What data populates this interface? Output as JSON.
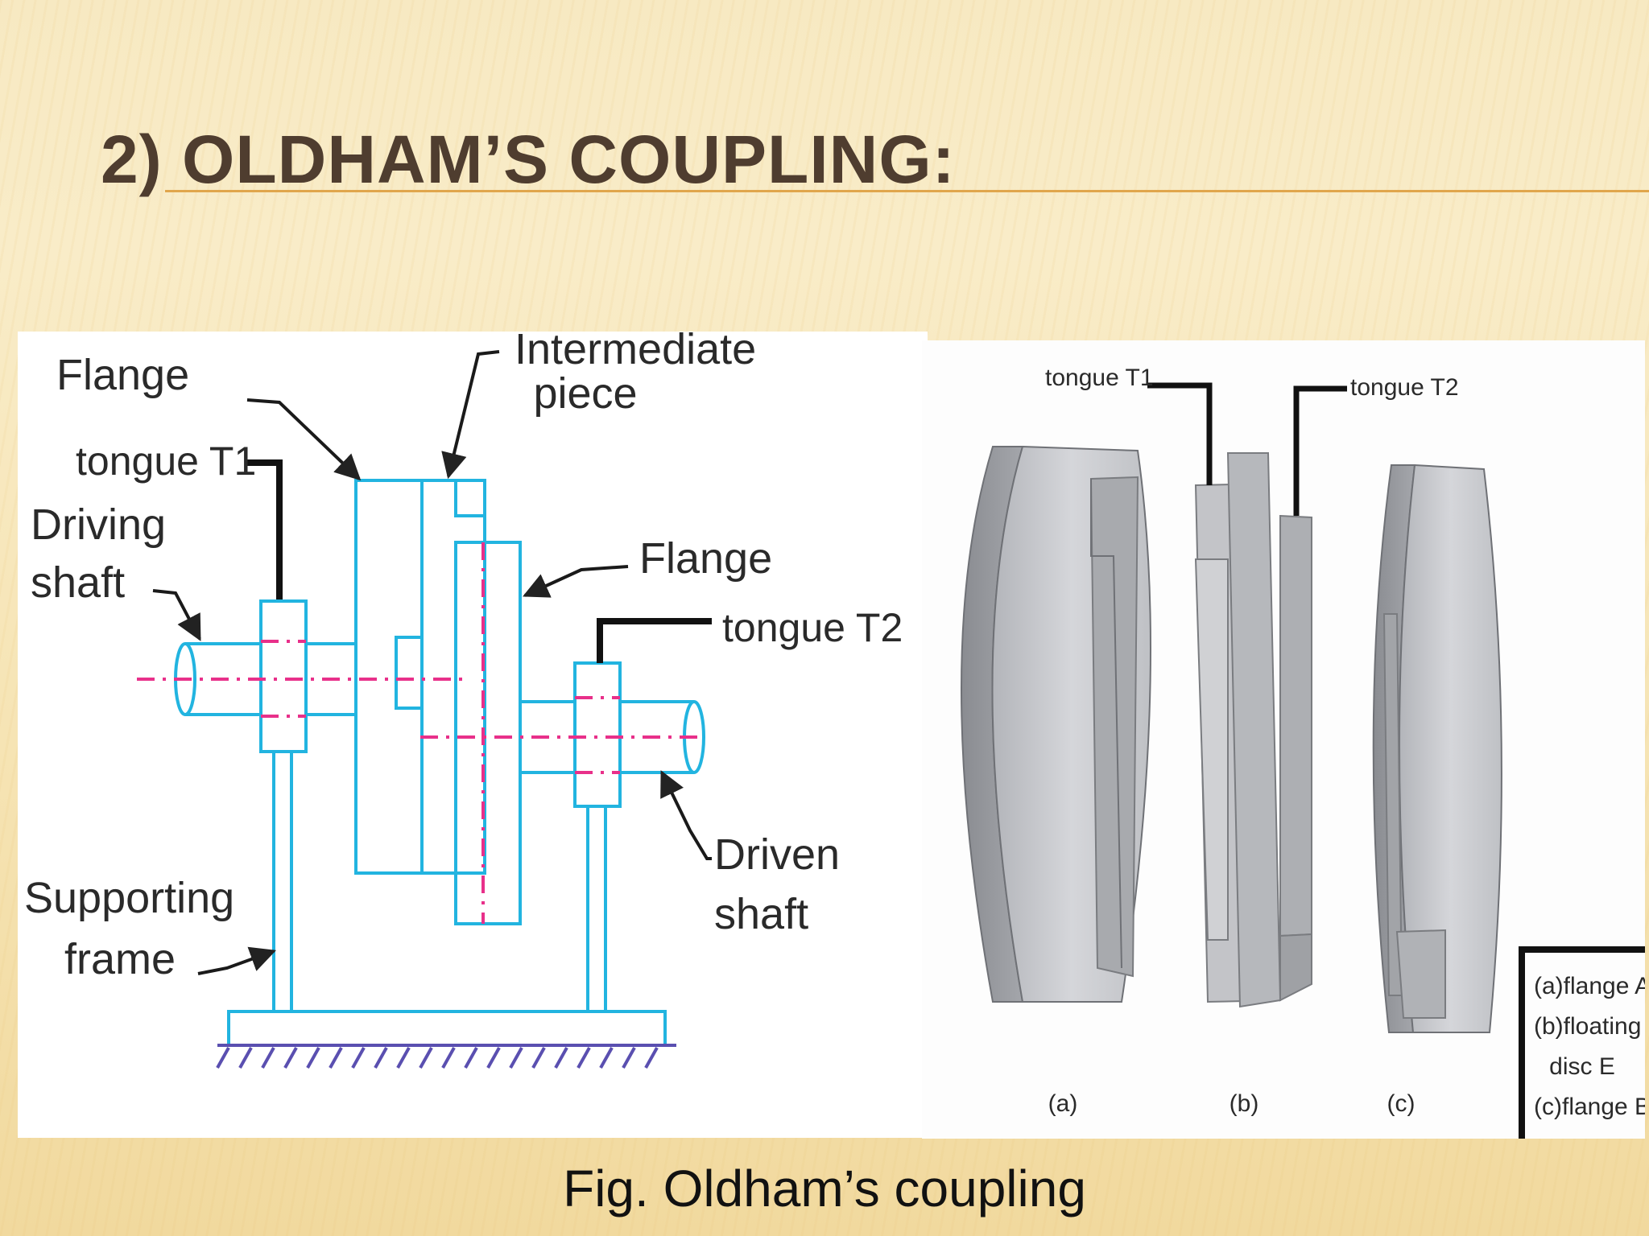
{
  "slide": {
    "title": "2)  OLDHAM’S COUPLING:",
    "caption": "Fig. Oldham’s coupling"
  },
  "left_diagram": {
    "labels": {
      "flange_top": "Flange",
      "intermediate_line1": "Intermediate",
      "intermediate_line2": "piece",
      "tongue_t1": "tongue T1",
      "driving_line1": "Driving",
      "driving_line2": "shaft",
      "flange_right": "Flange",
      "tongue_t2": "tongue T2",
      "driven_line1": "Driven",
      "driven_line2": "shaft",
      "supporting_line1": "Supporting",
      "supporting_line2": "frame"
    }
  },
  "right_diagram": {
    "labels": {
      "tongue_t1": "tongue T1",
      "tongue_t2": "tongue T2",
      "part_a": "(a)",
      "part_b": "(b)",
      "part_c": "(c)"
    },
    "legend": {
      "line1": "(a)flange A",
      "line2": "(b)floating",
      "line3": "disc E",
      "line4": "(c)flange B"
    }
  },
  "colors": {
    "title": "#4f3d2f",
    "rule": "#e0a64c",
    "line_blue": "#22b4e0",
    "center_pink": "#e8308a",
    "hatch": "#5a4fb0",
    "metal_light": "#c9cace",
    "metal_dark": "#8e9095"
  }
}
